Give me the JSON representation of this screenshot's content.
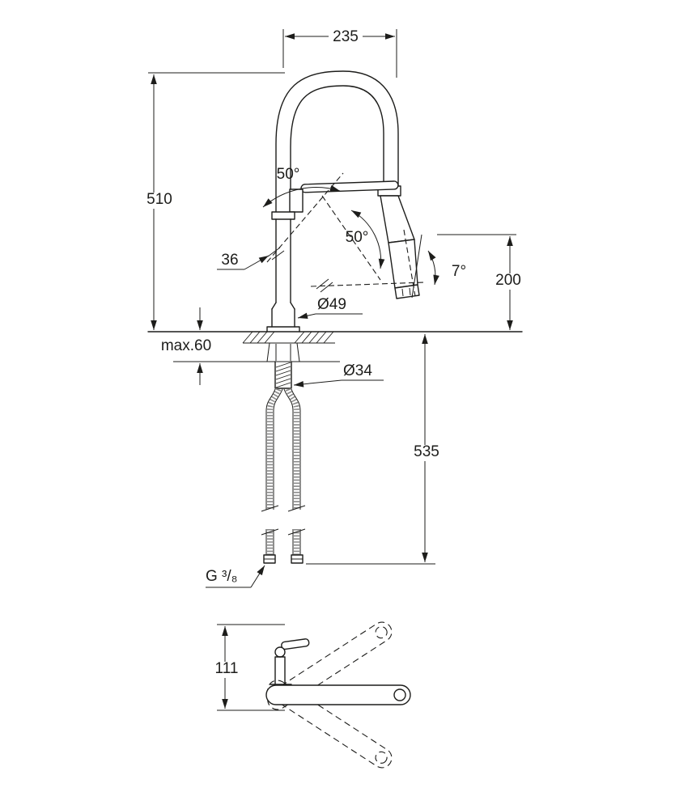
{
  "drawing": {
    "labels": {
      "reach": "235",
      "height": "510",
      "lever_angle_top": "50°",
      "lever_angle_front": "50°",
      "lever_dim": "36",
      "spray_angle": "7°",
      "outlet_height": "200",
      "base_diameter": "Ø49",
      "max_thickness": "max.60",
      "hole_diameter": "Ø34",
      "hose_length": "535",
      "thread": "G ³/₈",
      "swivel_dim": "111"
    },
    "colors": {
      "line": "#1d1d1b",
      "background": "#ffffff"
    }
  }
}
